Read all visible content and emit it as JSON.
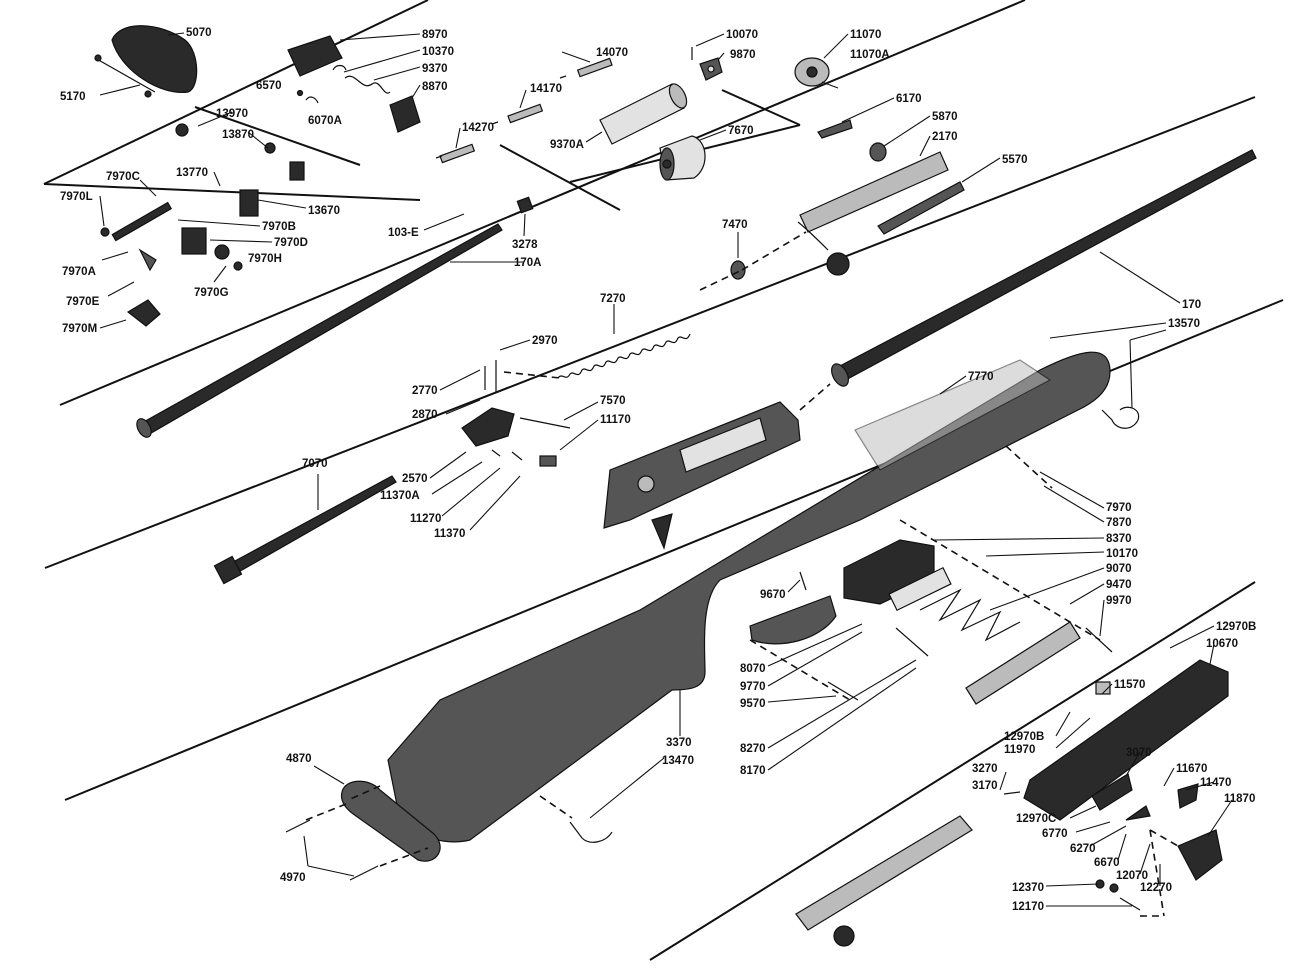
{
  "labels": {
    "l5070": "5070",
    "l5170": "5170",
    "l8970": "8970",
    "l10370": "10370",
    "l9370": "9370",
    "l8870": "8870",
    "l6570": "6570",
    "l6070A": "6070A",
    "l10070": "10070",
    "l9870": "9870",
    "l11070": "11070",
    "l11070A": "11070A",
    "l14070": "14070",
    "l14170": "14170",
    "l14270": "14270",
    "l9370A": "9370A",
    "l7670": "7670",
    "l6170": "6170",
    "l5870": "5870",
    "l2170": "2170",
    "l5570": "5570",
    "l13970": "13970",
    "l13870": "13870",
    "l13770": "13770",
    "l13670": "13670",
    "l7970C": "7970C",
    "l7970L": "7970L",
    "l7970A": "7970A",
    "l7970B": "7970B",
    "l7970D": "7970D",
    "l7970H": "7970H",
    "l7970E": "7970E",
    "l7970G": "7970G",
    "l7970M": "7970M",
    "l103E": "103-E",
    "l3278": "3278",
    "l170A": "170A",
    "l7470": "7470",
    "l7270": "7270",
    "l170": "170",
    "l13570": "13570",
    "l2970": "2970",
    "l2770": "2770",
    "l2870": "2870",
    "l7570": "7570",
    "l11170": "11170",
    "l7770": "7770",
    "l7070": "7070",
    "l2570": "2570",
    "l11370A": "11370A",
    "l11270": "11270",
    "l11370": "11370",
    "l7970": "7970",
    "l7870": "7870",
    "l8370": "8370",
    "l10170": "10170",
    "l9070": "9070",
    "l9470": "9470",
    "l9970": "9970",
    "l9670": "9670",
    "l8070": "8070",
    "l9770": "9770",
    "l9570": "9570",
    "l8270": "8270",
    "l8170": "8170",
    "l3370": "3370",
    "l13470": "13470",
    "l4870": "4870",
    "l4970": "4970",
    "l12970B": "12970B",
    "l10670": "10670",
    "l11570": "11570",
    "l12970B2": "12970B",
    "l11970": "11970",
    "l3070": "3070",
    "l3270": "3270",
    "l3170": "3170",
    "l11670": "11670",
    "l11470": "11470",
    "l11870": "11870",
    "l12970C": "12970C",
    "l6770": "6770",
    "l6270": "6270",
    "l6670": "6670",
    "l12070": "12070",
    "l12270": "12270",
    "l12370": "12370",
    "l12170": "12170"
  }
}
